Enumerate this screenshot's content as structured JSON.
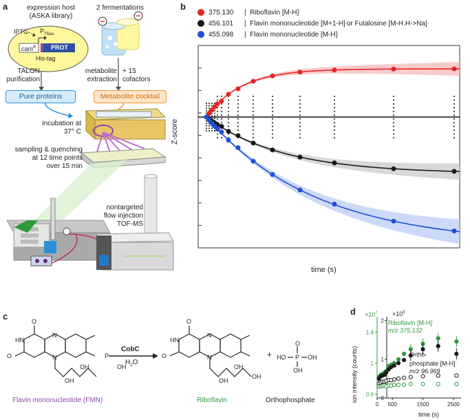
{
  "panels": {
    "a": "a",
    "b": "b",
    "c": "c",
    "d": "d"
  },
  "panel_a": {
    "host_line1": "expression host",
    "host_line2": "(ASKA library)",
    "iptg": "IPTG",
    "promoter": "P",
    "promoter_sub": "T5lac",
    "cam": "cam",
    "cam_sup": "R",
    "prot": "PROT",
    "histag": "His-tag",
    "fermentations": "2 fermentations",
    "talon_1": "TALON",
    "talon_2": "purification",
    "metab_1": "metabolite",
    "metab_2": "extraction",
    "cof_1": "+ 15",
    "cof_2": "cofactors",
    "pure_proteins": "Pure proteins",
    "metabolite_cocktail": "Metabolite cocktail",
    "incubation_1": "incubation at",
    "incubation_2": "37° C",
    "sampling_1": "sampling & quenching",
    "sampling_2": "at 12 time points",
    "sampling_3": "over 15 min",
    "ms_1": "nontargeted",
    "ms_2": "flow injection",
    "ms_3": "TOF-MS"
  },
  "panel_b": {
    "ylabel": "Z-score",
    "xlabel": "time (s)",
    "legend": [
      {
        "mz": "375.130",
        "name": "Riboflavin [M-H]",
        "sup": "-",
        "color": "#e82424"
      },
      {
        "mz": "456.101",
        "name": "Flavin mononucleotide [M+1-H]",
        "sup": "-",
        "name2": " or Futalosine [M-H.H->Na]",
        "sup2": "-",
        "color": "#1a1a1a"
      },
      {
        "mz": "455.098",
        "name": "Flavin mononucleotide [M-H]",
        "sup": "-",
        "color": "#1f4fd8"
      }
    ]
  },
  "panel_c": {
    "enzyme": "CobC",
    "water": "H",
    "water_sub": "2",
    "water_end": "O",
    "plus": "+",
    "fmn": "Flavin mononucleotide (FMN)",
    "riboflavin": "Riboflavin",
    "ortho": "Orthophosphate",
    "atoms": {
      "O": "O",
      "OH": "OH",
      "HO": "HO",
      "N": "N",
      "HN": "HN",
      "P": "P"
    }
  },
  "chart_data": {
    "type": "scatter",
    "title": "",
    "xlabel": "time (s)",
    "ylabel": "ion intensity (counts)",
    "left_axis_mult": "×10",
    "left_axis_exp": "7",
    "right_axis_mult": "×10",
    "right_axis_exp": "5",
    "xticks": [
      "0",
      "500",
      "1500",
      "2500"
    ],
    "xtick_values": [
      0,
      500,
      1500,
      2500
    ],
    "xlim": [
      0,
      2750
    ],
    "left_yticks": [
      "0.6",
      "1",
      "1.4"
    ],
    "left_ytick_values": [
      0.6,
      1.0,
      1.4
    ],
    "left_ylim": [
      0.55,
      1.6
    ],
    "right_yticks": [
      "0",
      "1",
      "2"
    ],
    "right_ytick_values": [
      0,
      1,
      2
    ],
    "right_ylim": [
      0,
      2.1
    ],
    "label_ribo": "Riboflavin [M-H]",
    "label_ribo_sup": "-",
    "label_ribo_mz": "m/z 375.132",
    "label_ortho_1": "Ortho-",
    "label_ortho_2": "phosphate [M-H]",
    "label_ortho_sup": "-",
    "label_ortho_mz": "m/z 96.969",
    "series": [
      {
        "name": "Riboflavin [M-H]- m/z 375.132",
        "axis": "left",
        "color": "#2e9a3a",
        "filled": true,
        "x": [
          60,
          120,
          180,
          240,
          300,
          380,
          460,
          560,
          700,
          880,
          1100,
          1500,
          2000,
          2600
        ],
        "y": [
          0.82,
          0.85,
          0.86,
          0.88,
          0.9,
          0.96,
          0.98,
          1.0,
          1.05,
          1.12,
          1.18,
          1.25,
          1.32,
          1.28
        ]
      },
      {
        "name": "Riboflavin [M-H]- black",
        "axis": "left",
        "color": "#1a1a1a",
        "filled": true,
        "x": [
          60,
          120,
          180,
          240,
          300,
          380,
          460,
          560,
          700,
          880,
          1100,
          1500,
          2000,
          2600
        ],
        "y": [
          0.8,
          0.83,
          0.84,
          0.85,
          0.88,
          0.92,
          0.95,
          0.97,
          1.0,
          1.04,
          1.1,
          1.18,
          1.22,
          1.12
        ]
      },
      {
        "name": "Orthophosphate [M-H]- m/z 96.969",
        "axis": "left",
        "color": "#2e9a3a",
        "filled": false,
        "x": [
          60,
          120,
          180,
          240,
          300,
          380,
          460,
          560,
          700,
          880,
          1100,
          1500,
          2000,
          2600
        ],
        "y": [
          0.7,
          0.7,
          0.71,
          0.71,
          0.7,
          0.71,
          0.71,
          0.72,
          0.72,
          0.72,
          0.73,
          0.73,
          0.73,
          0.73
        ]
      },
      {
        "name": "Orthophosphate black",
        "axis": "left",
        "color": "#1a1a1a",
        "filled": false,
        "x": [
          60,
          120,
          180,
          240,
          300,
          380,
          460,
          560,
          700,
          880,
          1100,
          1500,
          2000,
          2600
        ],
        "y": [
          0.74,
          0.75,
          0.76,
          0.76,
          0.77,
          0.78,
          0.78,
          0.79,
          0.8,
          0.81,
          0.82,
          0.83,
          0.84,
          0.84
        ]
      }
    ]
  }
}
